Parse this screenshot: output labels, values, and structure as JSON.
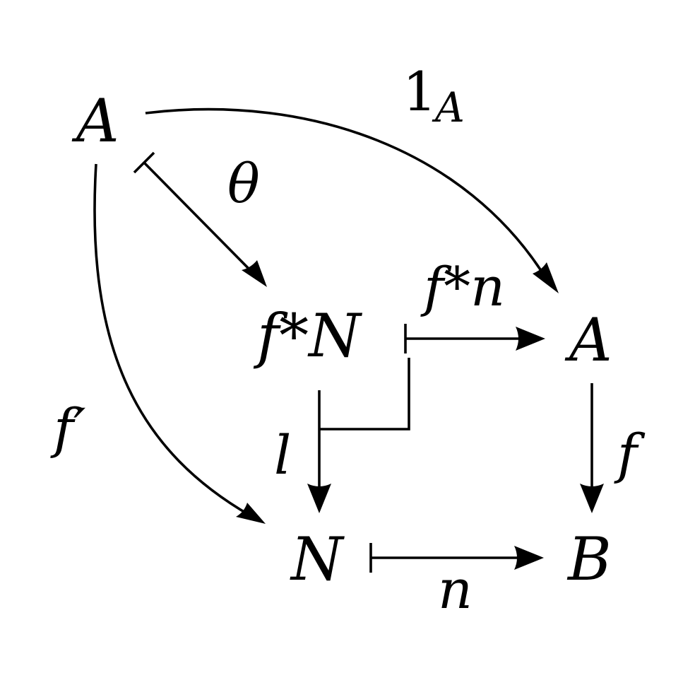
{
  "nodes": {
    "a_top": "A",
    "f_star_n": "f*N",
    "a_mid": "A",
    "n_node": "N",
    "b_node": "B"
  },
  "labels": {
    "one_a_main": "1",
    "one_a_sub": "A",
    "theta": "θ",
    "f_star_n_arrow": "f*n",
    "f_prime": "f′",
    "l": "l",
    "f": "f",
    "n": "n"
  },
  "colors": {
    "ink": "#000000",
    "background": "#ffffff"
  }
}
